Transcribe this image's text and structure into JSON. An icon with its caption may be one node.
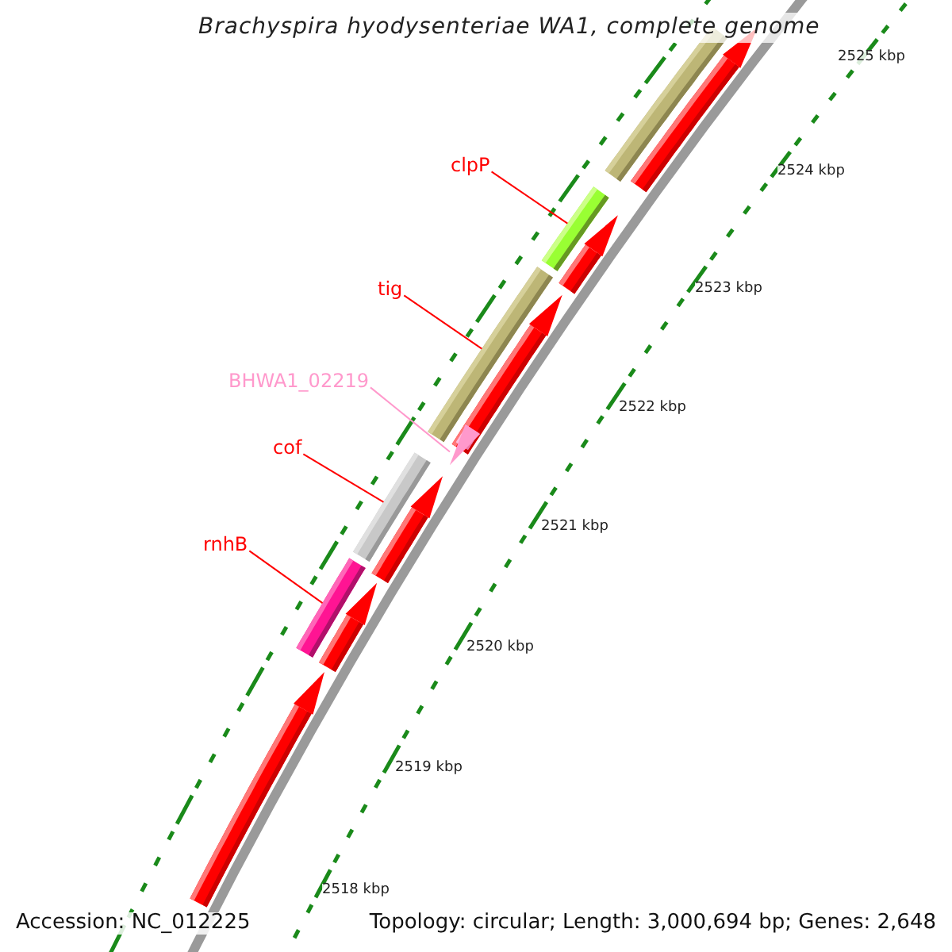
{
  "diagram": {
    "title": "Brachyspira hyodysenteriae WA1, complete genome",
    "nodes": [
      {
        "text": [],
        "shape": "bar"
      },
      {
        "text": [],
        "shape": "arrow"
      },
      {
        "text": [
          "clpP"
        ]
      },
      {
        "text": [],
        "shape": "bar"
      },
      {
        "text": [],
        "shape": "arrow"
      },
      {
        "text": [
          "tig"
        ]
      },
      {
        "text": [],
        "shape": "bar"
      },
      {
        "text": [],
        "shape": "arrow"
      },
      {
        "text": [
          "BHWA1_02219"
        ]
      },
      {
        "text": [],
        "shape": "arrow"
      },
      {
        "text": [
          "cof"
        ]
      },
      {
        "text": [],
        "shape": "bar"
      },
      {
        "text": [],
        "shape": "arrow"
      },
      {
        "text": [
          "rnhB"
        ]
      },
      {
        "text": [],
        "shape": "bar"
      },
      {
        "text": [],
        "shape": "arrow"
      },
      {
        "text": [],
        "shape": "arrow"
      }
    ],
    "edges": [
      {
        "from": 2,
        "to": 3,
        "arrow": "none"
      },
      {
        "from": 5,
        "to": 6,
        "arrow": "none"
      },
      {
        "from": 8,
        "to": 9,
        "arrow": "none",
        "color": "#ff99cc"
      },
      {
        "from": 10,
        "to": 11,
        "arrow": "none"
      },
      {
        "from": 13,
        "to": 14,
        "arrow": "none"
      }
    ],
    "labels": [
      "2525 kbp",
      "2524 kbp",
      "2523 kbp",
      "2522 kbp",
      "2521 kbp",
      "2520 kbp",
      "2519 kbp",
      "2518 kbp",
      "Accession: NC_012225",
      "Topology: circular; Length: 3,000,694 bp; Genes: 2,648"
    ]
  }
}
